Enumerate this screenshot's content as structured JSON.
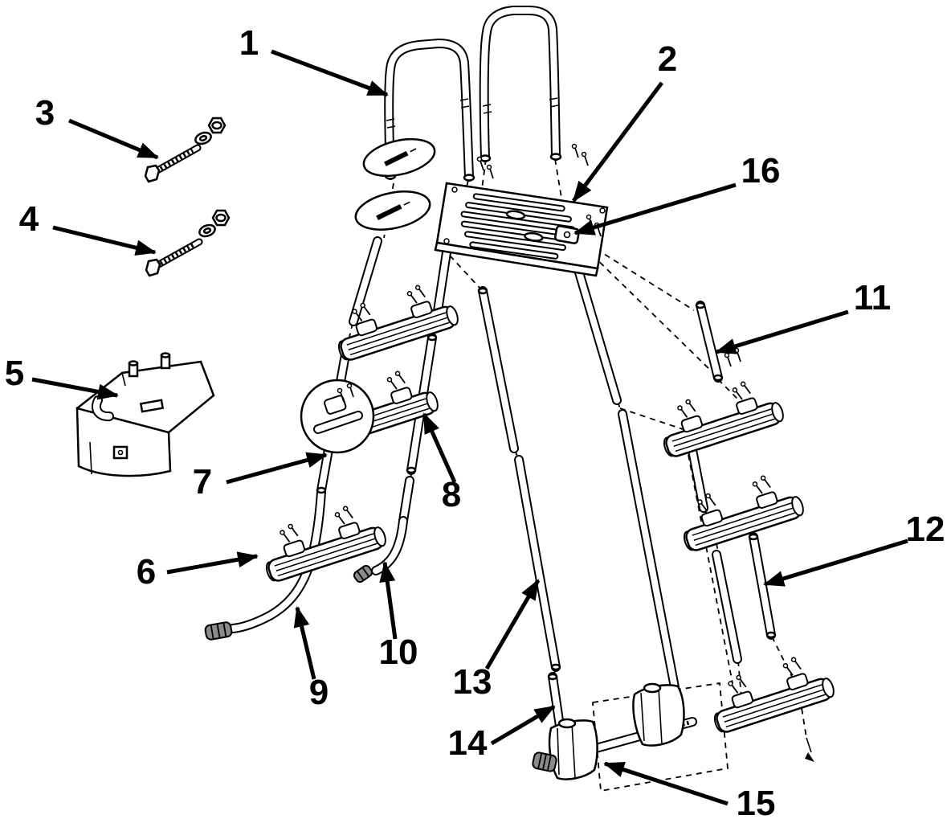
{
  "page": {
    "background": "#ffffff",
    "ink": "#000000"
  },
  "diagram": {
    "subject": "pool-ladder-exploded-parts-diagram",
    "labels": [
      {
        "n": "1"
      },
      {
        "n": "2"
      },
      {
        "n": "3"
      },
      {
        "n": "4"
      },
      {
        "n": "5"
      },
      {
        "n": "6"
      },
      {
        "n": "7"
      },
      {
        "n": "8"
      },
      {
        "n": "9"
      },
      {
        "n": "10"
      },
      {
        "n": "11"
      },
      {
        "n": "12"
      },
      {
        "n": "13"
      },
      {
        "n": "14"
      },
      {
        "n": "15"
      },
      {
        "n": "16"
      }
    ]
  }
}
